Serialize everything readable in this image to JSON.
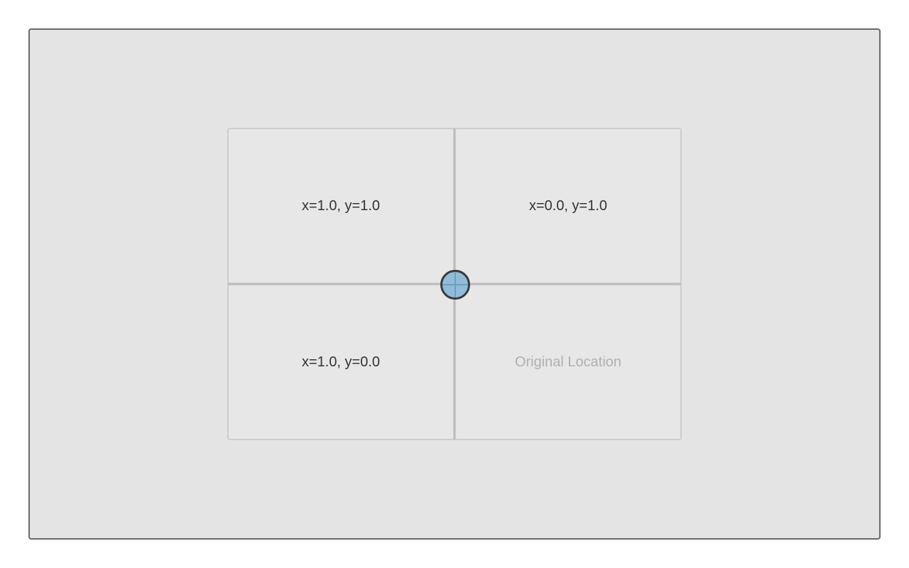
{
  "cells": {
    "top_left": "x=1.0, y=1.0",
    "top_right": "x=0.0, y=1.0",
    "bottom_left": "x=1.0, y=0.0",
    "bottom_right": "Original Location"
  },
  "colors": {
    "stage_bg": "#e4e4e4",
    "stage_border": "#6a6a6a",
    "cell_border": "#cccccc",
    "anchor_fill": "#8fbcd9",
    "anchor_stroke": "#3a3a3a",
    "muted_text": "#b0b0b0"
  },
  "icons": {
    "anchor": "crosshair-circle-icon"
  }
}
